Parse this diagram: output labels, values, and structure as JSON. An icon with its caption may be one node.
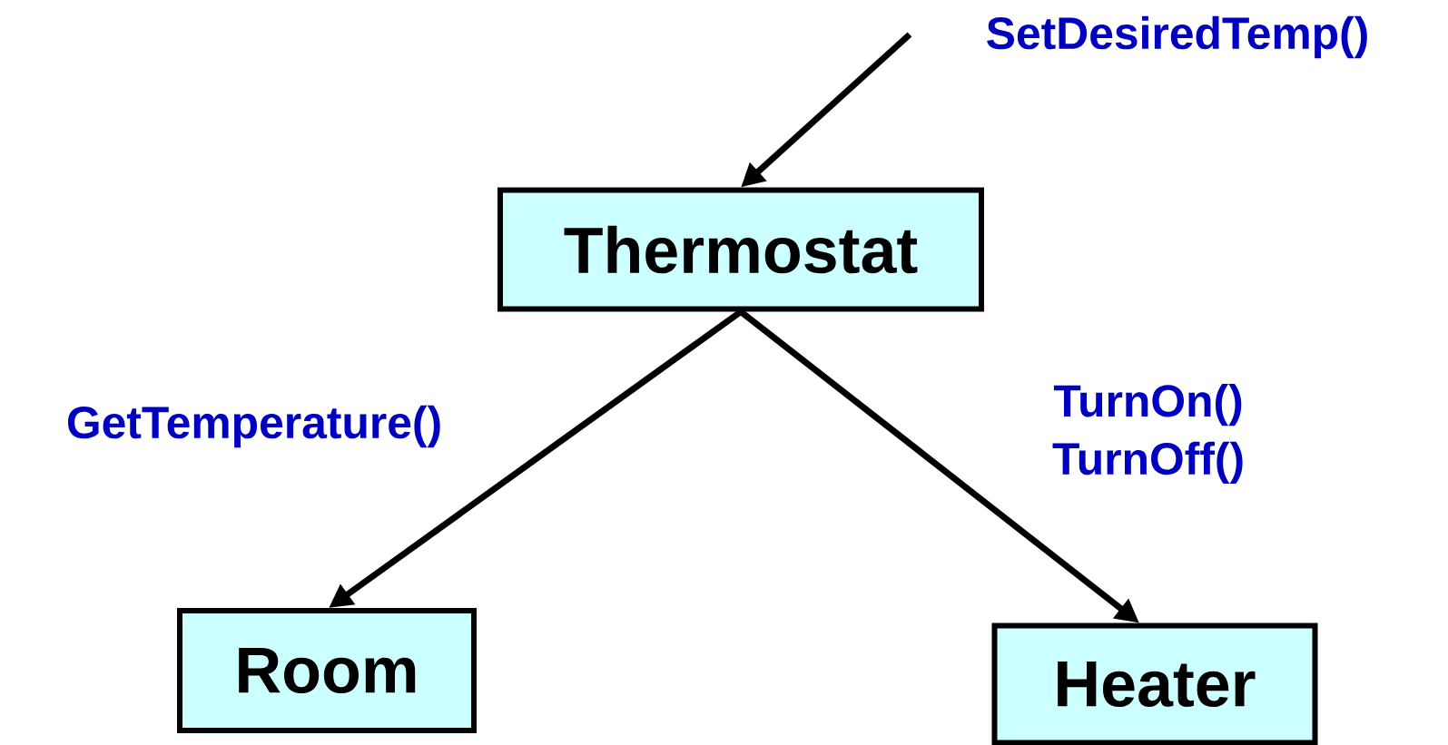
{
  "diagram": {
    "nodes": [
      {
        "text": [
          "Thermostat"
        ]
      },
      {
        "text": [
          "Room"
        ]
      },
      {
        "text": [
          "Heater"
        ]
      }
    ],
    "edges": [
      {
        "from": null,
        "to": 0,
        "arrow": "to",
        "label": "SetDesiredTemp()"
      },
      {
        "from": 0,
        "to": 1,
        "arrow": "to",
        "label": "GetTemperature()"
      },
      {
        "from": 0,
        "to": 2,
        "arrow": "to",
        "label": "TurnOn() TurnOff()"
      }
    ]
  }
}
